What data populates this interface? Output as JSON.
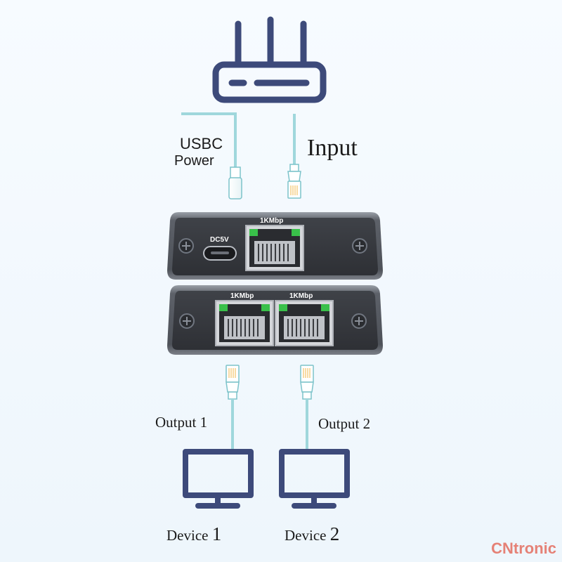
{
  "labels": {
    "usbc_power_line1": "USBC",
    "usbc_power_line2": "Power",
    "input": "Input",
    "output1": "Output 1",
    "output2": "Output 2",
    "device1_text": "Device",
    "device1_num": "1",
    "device2_text": "Device",
    "device2_num": "2"
  },
  "splitter": {
    "top_panel": {
      "dc_label": "DC5V",
      "port_speed": "1KMbp"
    },
    "bottom_panel": {
      "port1_speed": "1KMbp",
      "port2_speed": "1KMbp"
    }
  },
  "icons": {
    "router": "router-icon",
    "monitor": "monitor-icon",
    "rj45": "rj45-plug-icon",
    "usbc": "usb-c-plug-icon"
  },
  "colors": {
    "cable": "#9fd7dc",
    "icon_stroke": "#3d4a7a",
    "device_body": "#5a5e66",
    "led_green": "#39c04a"
  },
  "watermark": "CNtronic"
}
